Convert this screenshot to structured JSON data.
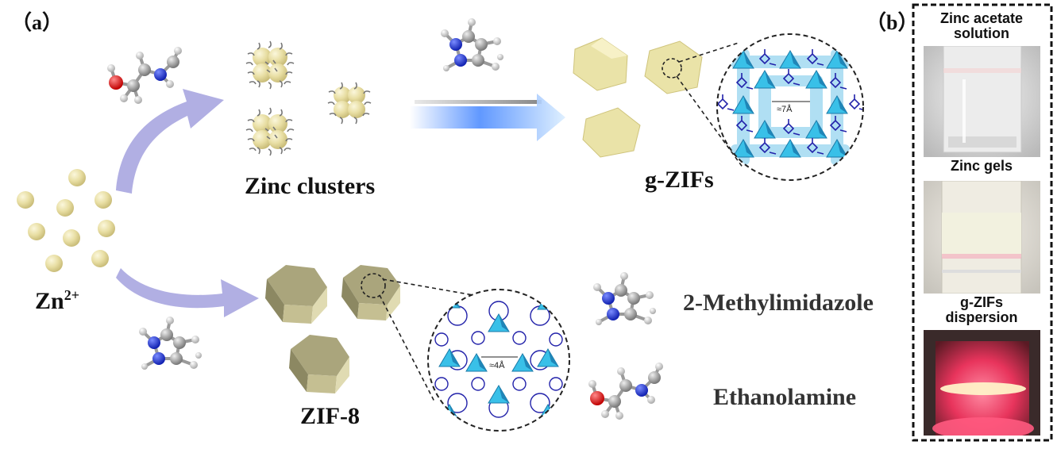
{
  "panels": {
    "a": "（a）",
    "b": "（b）"
  },
  "labels": {
    "zinc_clusters": "Zinc clusters",
    "g_zifs": "g-ZIFs",
    "zn": "Zn",
    "zn_sup": "2+",
    "zif8": "ZIF-8",
    "methylimidazole": "2-Methylimidazole",
    "ethanolamine": "Ethanolamine",
    "pore_large": "≈7Å",
    "pore_small": "≈4Å"
  },
  "photos": {
    "solution_line1": "Zinc acetate",
    "solution_line2": "solution",
    "gels": "Zinc gels",
    "dispersion_line1": "g-ZIFs",
    "dispersion_line2": "dispersion"
  },
  "colors": {
    "sphere": "#e6dc9e",
    "arrow": "#a9a6e0",
    "framework_cyan": "#39c0e8",
    "linker_blue": "#2222aa",
    "dispersion_red": "#e8345c"
  }
}
